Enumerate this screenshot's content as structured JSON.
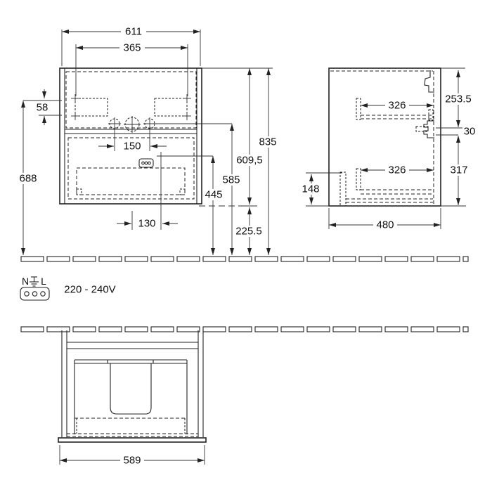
{
  "front_view": {
    "overall_width": "611",
    "cutout_width": "365",
    "cutout_height": "58",
    "siphon_height": "688",
    "tap_hole_spacing": "150",
    "socket_offset": "130",
    "socket_height": "445",
    "tap_hole_height": "585",
    "cabinet_height": "609,5",
    "floor_clearance": "225.5",
    "overall_height": "835"
  },
  "side_view": {
    "upper_rail_depth": "326",
    "top_to_bracket": "253.5",
    "bracket_height": "30",
    "bracket_to_bottom": "317",
    "lower_rail_depth": "326",
    "lower_rail_height": "148",
    "overall_depth": "480"
  },
  "plan_view": {
    "overall_width": "589"
  },
  "electrical": {
    "neutral_label": "N",
    "line_label": "L",
    "voltage_range": "220 - 240V"
  }
}
